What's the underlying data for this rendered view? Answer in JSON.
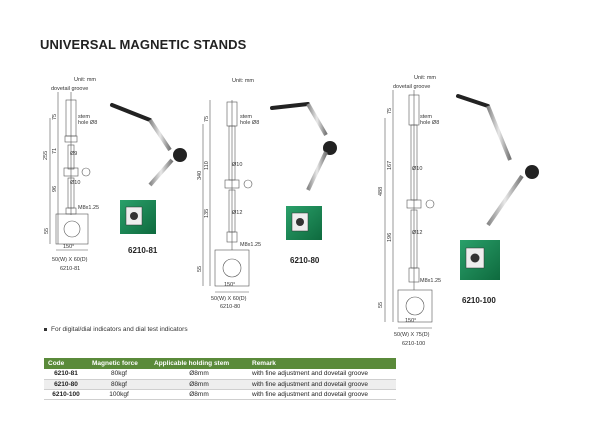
{
  "title": "UNIVERSAL MAGNETIC STANDS",
  "note": "For digital/dial indicators and dial test indicators",
  "colors": {
    "header_green": "#5a8a3a",
    "base_green": "#1f8a5a"
  },
  "products": [
    {
      "model": "6210-81",
      "unit": "Unit: mm",
      "dovetail": "dovetail groove",
      "stem": "stem",
      "stem_hole": "hole Ø8",
      "base_size": "50(W) X 60(D)",
      "base_model": "6210-81",
      "thread": "M8x1.25",
      "angle": "150°",
      "dims": {
        "total": "255",
        "top": "75",
        "mid": "71",
        "lower": "96",
        "base_h": "55"
      },
      "diam_upper": "Ø9",
      "diam_lower": "Ø10"
    },
    {
      "model": "6210-80",
      "unit": "Unit: mm",
      "stem": "stem",
      "stem_hole": "hole Ø8",
      "base_size": "50(W) X 60(D)",
      "base_model": "6210-80",
      "thread": "M8x1.25",
      "angle": "150°",
      "dims": {
        "total": "340",
        "top": "75",
        "mid": "110",
        "lower": "135",
        "base_h": "55"
      },
      "diam_upper": "Ø10",
      "diam_lower": "Ø12"
    },
    {
      "model": "6210-100",
      "unit": "Unit: mm",
      "dovetail": "dovetail groove",
      "stem": "stem",
      "stem_hole": "hole Ø8",
      "base_size": "50(W) X 75(D)",
      "base_model": "6210-100",
      "thread": "M8x1.25",
      "angle": "150°",
      "dims": {
        "total": "488",
        "top": "75",
        "mid": "167",
        "lower": "196",
        "base_h": "55"
      },
      "diam_upper": "Ø10",
      "diam_lower": "Ø12"
    }
  ],
  "table": {
    "headers": [
      "Code",
      "Magnetic force",
      "Applicable holding stem",
      "Remark"
    ],
    "rows": [
      [
        "6210-81",
        "80kgf",
        "Ø8mm",
        "with fine adjustment and dovetail groove"
      ],
      [
        "6210-80",
        "80kgf",
        "Ø8mm",
        "with fine adjustment and dovetail groove"
      ],
      [
        "6210-100",
        "100kgf",
        "Ø8mm",
        "with fine adjustment and dovetail groove"
      ]
    ]
  }
}
